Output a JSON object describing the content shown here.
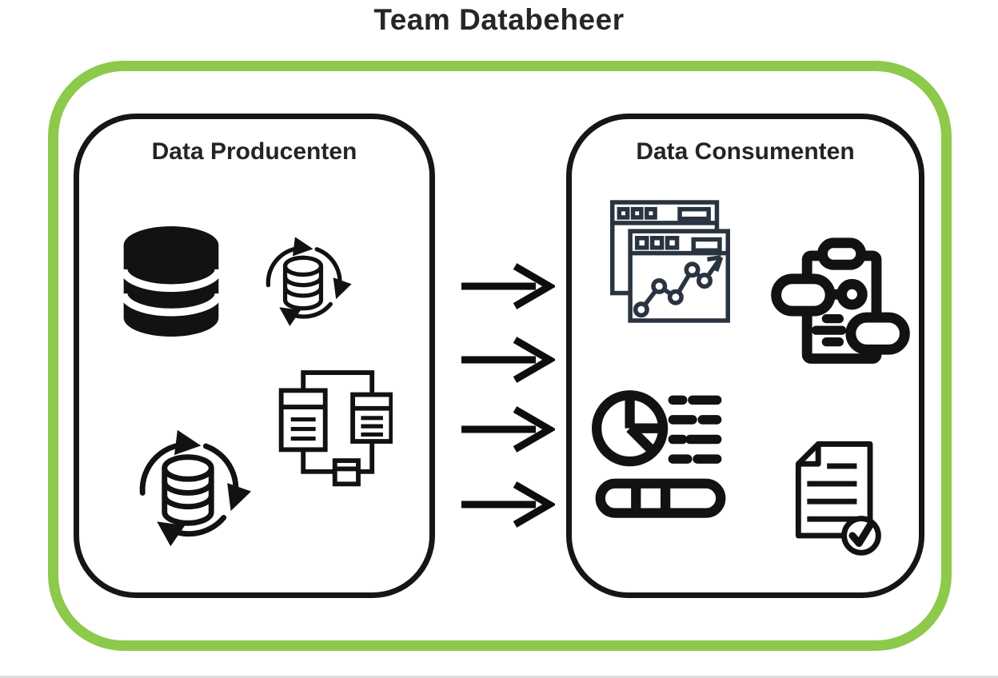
{
  "title": "Team Databeheer",
  "colors": {
    "outer_border_green": "#8dc94a",
    "box_border_black": "#161616",
    "icon_black": "#121212",
    "icon_navy": "#2a3440"
  },
  "producers": {
    "label": "Data Producenten",
    "icons": [
      "database-icon",
      "database-sync-icon",
      "database-sync-icon",
      "flowchart-icon"
    ]
  },
  "consumers": {
    "label": "Data Consumenten",
    "icons": [
      "analytics-windows-icon",
      "clipboard-workflow-icon",
      "pie-chart-report-icon",
      "document-check-icon"
    ]
  },
  "flow": {
    "arrow_count": 4,
    "direction": "left-to-right"
  }
}
